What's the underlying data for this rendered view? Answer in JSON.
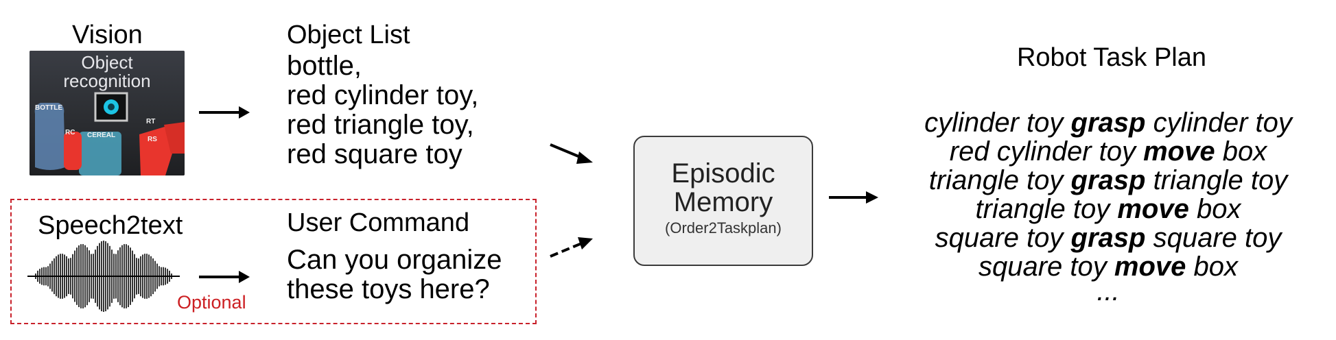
{
  "vision": {
    "title": "Vision",
    "image_caption_line1": "Object",
    "image_caption_line2": "recognition",
    "labels": [
      "BOTTLE",
      "RC",
      "CEREAL",
      "RT",
      "RS"
    ]
  },
  "object_list": {
    "title": "Object List",
    "items": [
      "bottle,",
      "red cylinder toy,",
      "red triangle toy,",
      "red square toy"
    ]
  },
  "speech": {
    "title": "Speech2text",
    "optional_label": "Optional"
  },
  "user_command": {
    "title": "User Command",
    "line1": "Can you organize",
    "line2": "these toys here?"
  },
  "memory": {
    "line1": "Episodic",
    "line2": "Memory",
    "subtitle": "(Order2Taskplan)"
  },
  "plan": {
    "title": "Robot Task Plan",
    "steps": [
      {
        "pre": "cylinder toy ",
        "verb": "grasp",
        "post": " cylinder toy"
      },
      {
        "pre": "red cylinder toy ",
        "verb": "move",
        "post": " box"
      },
      {
        "pre": "triangle toy ",
        "verb": "grasp",
        "post": " triangle toy"
      },
      {
        "pre": "triangle toy ",
        "verb": "move",
        "post": " box"
      },
      {
        "pre": "square toy ",
        "verb": "grasp",
        "post": " square toy"
      },
      {
        "pre": "square toy ",
        "verb": "move",
        "post": " box"
      }
    ],
    "ellipsis": "..."
  },
  "colors": {
    "optional_red": "#cc1f22",
    "memory_fill": "#efefef",
    "arrow": "#000000"
  }
}
